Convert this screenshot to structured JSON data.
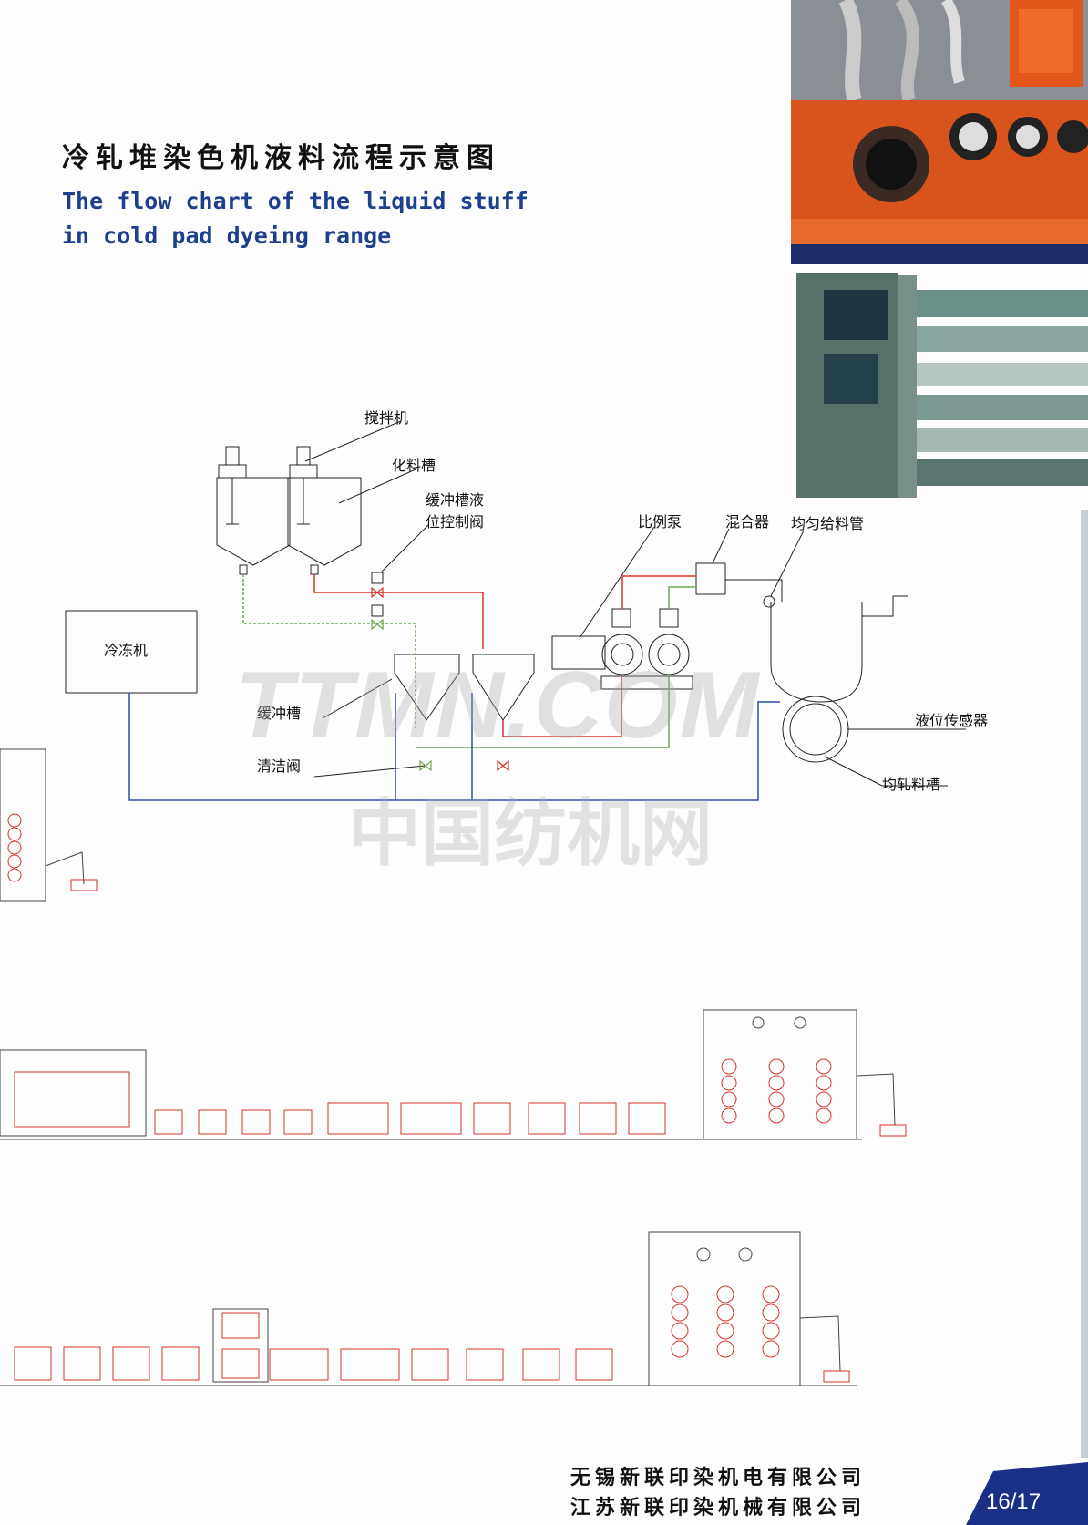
{
  "title": {
    "cn": "冷轧堆染色机液料流程示意图",
    "en_line1": "The flow chart of the liquid stuff",
    "en_line2": "in cold pad dyeing range"
  },
  "diagram_labels": {
    "mixer": "搅拌机",
    "dissolving_tank": "化料槽",
    "buffer_valve_line1": "缓冲槽液",
    "buffer_valve_line2": "位控制阀",
    "proportional_pump": "比例泵",
    "blender": "混合器",
    "feed_pipe": "均匀给料管",
    "chiller": "冷冻机",
    "buffer_tank": "缓冲槽",
    "level_sensor": "液位传感器",
    "cleaning_valve": "清洁阀",
    "padder_trough": "均轧料槽"
  },
  "watermark": {
    "text1": "TTMN.COM",
    "text2": "中国纺机网"
  },
  "footer": {
    "company1": "无锡新联印染机电有限公司",
    "company2": "江苏新联印染机械有限公司",
    "page": "16/17"
  },
  "colors": {
    "title_en": "#1d3f8c",
    "pipe_red": "#d8342a",
    "pipe_green": "#6aa84f",
    "pipe_blue": "#2b4fa8",
    "footer_badge": "#1b2f86"
  }
}
